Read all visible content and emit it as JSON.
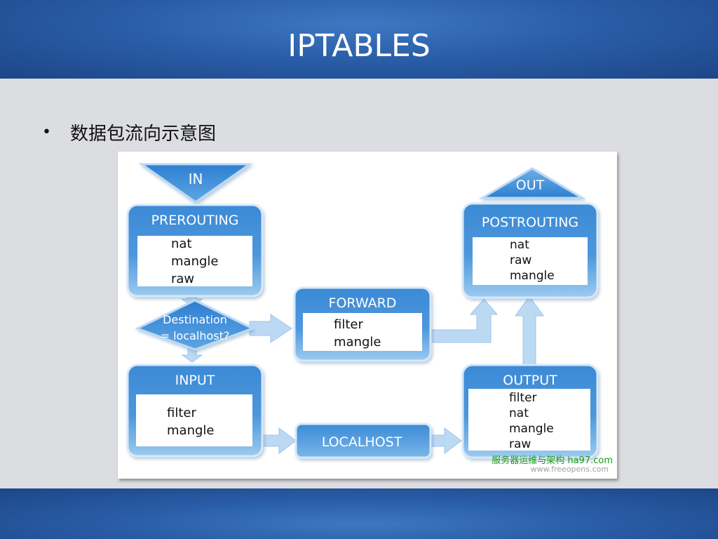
{
  "slide": {
    "title": "IPTABLES",
    "bullet": "数据包流向示意图"
  },
  "diagram": {
    "in_label": "IN",
    "out_label": "OUT",
    "prerouting": {
      "title": "PREROUTING",
      "tables": [
        "nat",
        "mangle",
        "raw"
      ]
    },
    "decision": {
      "line1": "Destination",
      "line2": "= localhost?"
    },
    "forward": {
      "title": "FORWARD",
      "tables": [
        "filter",
        "mangle"
      ]
    },
    "postrouting": {
      "title": "POSTROUTING",
      "tables": [
        "nat",
        "raw",
        "mangle"
      ]
    },
    "input": {
      "title": "INPUT",
      "tables": [
        "filter",
        "mangle"
      ]
    },
    "localhost": {
      "title": "LOCALHOST"
    },
    "output": {
      "title": "OUTPUT",
      "tables": [
        "filter",
        "nat",
        "mangle",
        "raw"
      ]
    },
    "watermark": {
      "line1": "服务器运维与架构 ha97.com",
      "line2": "www.freeopens.com"
    }
  },
  "colors": {
    "header_blue": "#2a5ea8",
    "box_blue": "#2e7fd1",
    "box_blue_light": "#8ec3ee",
    "arrow_light": "#bcd9f3",
    "watermark_green": "#1a9a1a"
  }
}
